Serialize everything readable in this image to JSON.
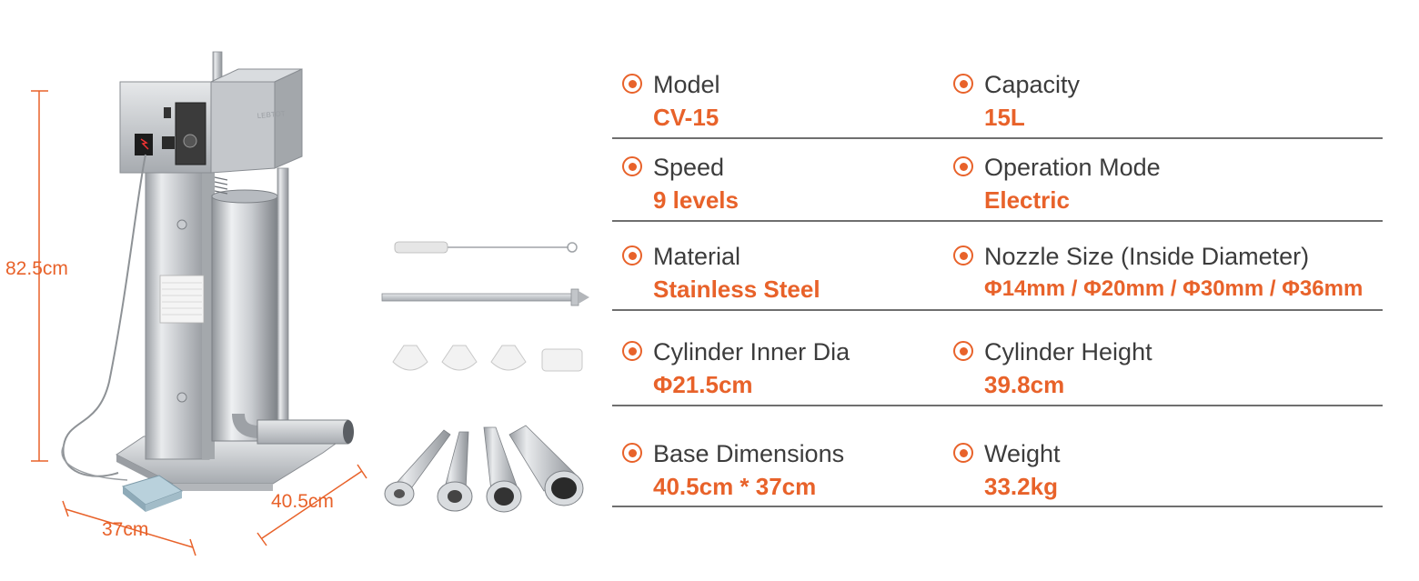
{
  "dimensions": {
    "height": "82.5cm",
    "width": "37cm",
    "depth": "40.5cm"
  },
  "colors": {
    "accent": "#e8622a",
    "label": "#3c3c3c",
    "divider": "#6f6f6f"
  },
  "product_image": {
    "panel_brand": "LEBTOT"
  },
  "specs": [
    {
      "label": "Model",
      "value": "CV-15"
    },
    {
      "label": "Capacity",
      "value": "15L"
    },
    {
      "label": "Speed",
      "value": "9 levels"
    },
    {
      "label": "Operation Mode",
      "value": "Electric"
    },
    {
      "label": "Material",
      "value": "Stainless Steel"
    },
    {
      "label": "Nozzle Size (Inside Diameter)",
      "value": "Φ14mm / Φ20mm / Φ30mm / Φ36mm"
    },
    {
      "label": "Cylinder Inner Dia",
      "value": "Φ21.5cm"
    },
    {
      "label": "Cylinder Height",
      "value": "39.8cm"
    },
    {
      "label": "Base Dimensions",
      "value": "40.5cm * 37cm"
    },
    {
      "label": "Weight",
      "value": "33.2kg"
    }
  ]
}
